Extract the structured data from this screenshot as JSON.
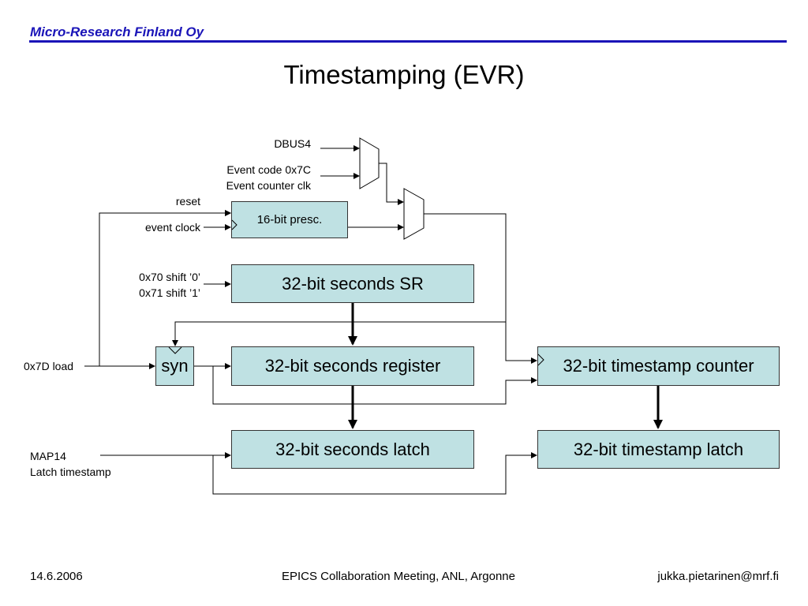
{
  "header": {
    "company": "Micro-Research Finland Oy",
    "title": "Timestamping (EVR)"
  },
  "blocks": {
    "presc": "16-bit presc.",
    "seconds_sr": "32-bit seconds SR",
    "syn": "syn",
    "seconds_register": "32-bit seconds register",
    "timestamp_counter": "32-bit timestamp counter",
    "seconds_latch": "32-bit seconds latch",
    "timestamp_latch": "32-bit timestamp latch"
  },
  "inputs": {
    "dbus4": "DBUS4",
    "event_code": "Event code 0x7C",
    "event_counter_clk": "Event counter clk",
    "reset": "reset",
    "event_clock": "event clock",
    "shift0": "0x70 shift ’0’",
    "shift1": "0x71 shift ’1’",
    "load": "0x7D load",
    "map14": "MAP14",
    "latch_timestamp": "Latch timestamp"
  },
  "footer": {
    "date": "14.6.2006",
    "meeting": "EPICS Collaboration Meeting, ANL, Argonne",
    "email": "jukka.pietarinen@mrf.fi"
  }
}
